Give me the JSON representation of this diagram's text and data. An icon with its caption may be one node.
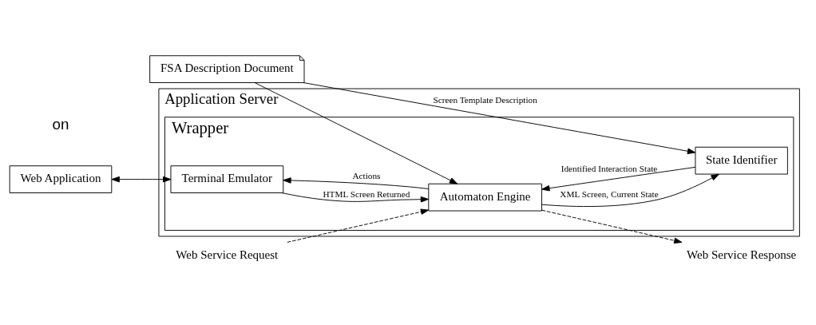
{
  "diagram": {
    "nodes": [
      {
        "text": [
          "Application Server"
        ]
      },
      {
        "text": [
          "Wrapper"
        ],
        "in": 0
      },
      {
        "text": [
          "Web Application"
        ]
      },
      {
        "text": [
          "Terminal Emulator"
        ],
        "in": 1
      },
      {
        "text": [
          "State Identifier"
        ],
        "in": 1
      },
      {
        "text": [
          "Automaton Engine"
        ],
        "in": 1
      },
      {
        "text": [
          "FSA Description Document"
        ]
      },
      {
        "text": [
          "Web Service Request"
        ]
      },
      {
        "text": [
          "Web Service Response"
        ]
      }
    ],
    "edges": [
      {
        "from": 2,
        "to": 3,
        "arrow": "both"
      },
      {
        "from": 5,
        "to": 3,
        "arrow": "to",
        "label": "Actions"
      },
      {
        "from": 3,
        "to": 5,
        "arrow": "to",
        "label": "HTML Screen Returned"
      },
      {
        "from": 4,
        "to": 5,
        "arrow": "to",
        "label": "Identified Interaction State"
      },
      {
        "from": 5,
        "to": 4,
        "arrow": "to",
        "label": "XML Screen, Current State"
      },
      {
        "from": 6,
        "to": 4,
        "arrow": "to",
        "label": "Screen Template Description"
      },
      {
        "from": 6,
        "to": 5,
        "arrow": "to"
      },
      {
        "from": 7,
        "to": 5,
        "arrow": "to",
        "style": "dashed"
      },
      {
        "from": 5,
        "to": 8,
        "arrow": "to",
        "style": "dashed"
      }
    ],
    "labels": [
      "on"
    ]
  }
}
